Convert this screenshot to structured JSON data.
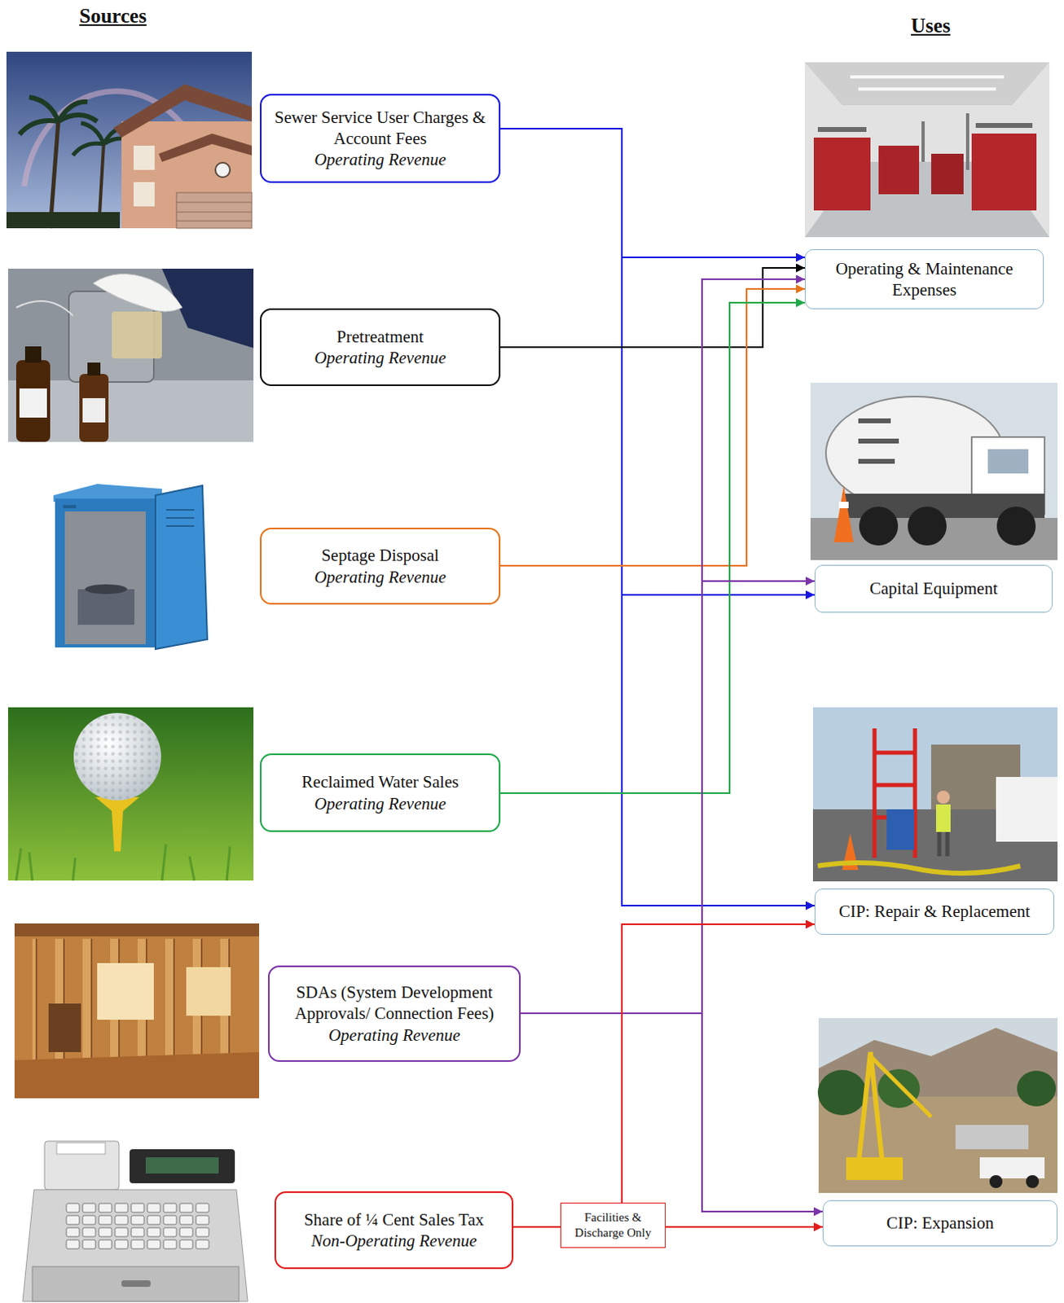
{
  "diagram": {
    "nodes": [
      {
        "text": [
          "Sewer Service User Charges & Account Fees",
          "Operating Revenue"
        ]
      },
      {
        "text": [
          "Operating & Maintenance Expenses"
        ]
      },
      {
        "text": [
          "Pretreatment",
          "Operating Revenue"
        ]
      },
      {
        "text": [
          "Septage Disposal",
          "Operating Revenue"
        ]
      },
      {
        "text": [
          "Capital Equipment"
        ]
      },
      {
        "text": [
          "Reclaimed Water Sales",
          "Operating Revenue"
        ]
      },
      {
        "text": [
          "CIP: Repair & Replacement"
        ]
      },
      {
        "text": [
          "SDAs (System Development Approvals/ Connection Fees)",
          "Operating Revenue"
        ]
      },
      {
        "text": [
          "Share of ¼ Cent Sales Tax",
          "Non-Operating Revenue"
        ]
      },
      {
        "text": [
          "Facilities & Discharge Only"
        ]
      },
      {
        "text": [
          "CIP: Expansion"
        ]
      }
    ],
    "edges": [
      {
        "from": 0,
        "to": 1,
        "arrow": "to"
      },
      {
        "from": 0,
        "to": 4,
        "arrow": "to"
      },
      {
        "from": 0,
        "to": 6,
        "arrow": "to"
      },
      {
        "from": 2,
        "to": 1,
        "arrow": "to"
      },
      {
        "from": 3,
        "to": 1,
        "arrow": "to"
      },
      {
        "from": 5,
        "to": 1,
        "arrow": "to"
      },
      {
        "from": 7,
        "to": 1,
        "arrow": "to"
      },
      {
        "from": 7,
        "to": 4,
        "arrow": "to"
      },
      {
        "from": 7,
        "to": 10,
        "arrow": "to"
      },
      {
        "from": 8,
        "to": 9,
        "arrow": "none"
      },
      {
        "from": 9,
        "to": 6,
        "arrow": "to"
      },
      {
        "from": 9,
        "to": 10,
        "arrow": "to"
      }
    ],
    "labels": [
      "Sources",
      "Uses"
    ]
  }
}
